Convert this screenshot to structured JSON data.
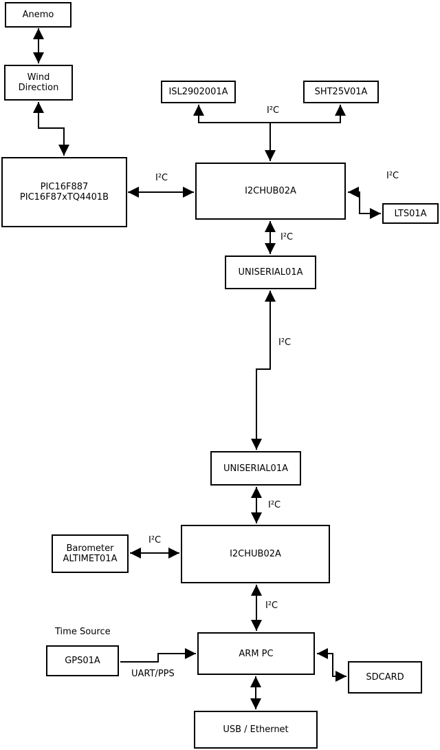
{
  "diagram": {
    "colors": {
      "background": "#ffffff",
      "box_fill": "#ffffff",
      "line": "#000000",
      "text": "#000000"
    },
    "nodes": {
      "anemo": {
        "lines": [
          "Anemo"
        ]
      },
      "wind_direction": {
        "lines": [
          "Wind",
          "Direction"
        ]
      },
      "pic": {
        "lines": [
          "PIC16F887",
          "PIC16F87xTQ4401B"
        ]
      },
      "isl": {
        "lines": [
          "ISL2902001A"
        ]
      },
      "sht": {
        "lines": [
          "SHT25V01A"
        ]
      },
      "hub1": {
        "lines": [
          "I2CHUB02A"
        ]
      },
      "lts": {
        "lines": [
          "LTS01A"
        ]
      },
      "uniserial_upper": {
        "lines": [
          "UNISERIAL01A"
        ]
      },
      "uniserial_lower": {
        "lines": [
          "UNISERIAL01A"
        ]
      },
      "barometer": {
        "lines": [
          "Barometer",
          "ALTIMET01A"
        ]
      },
      "hub2": {
        "lines": [
          "I2CHUB02A"
        ]
      },
      "gps": {
        "lines": [
          "GPS01A"
        ]
      },
      "arm_pc": {
        "lines": [
          "ARM PC"
        ]
      },
      "sdcard": {
        "lines": [
          "SDCARD"
        ]
      },
      "usb_ethernet": {
        "lines": [
          "USB / Ethernet"
        ]
      }
    },
    "edge_labels": {
      "i2c": "I²C",
      "time_source": "Time Source",
      "uart_pps": "UART/PPS"
    }
  }
}
